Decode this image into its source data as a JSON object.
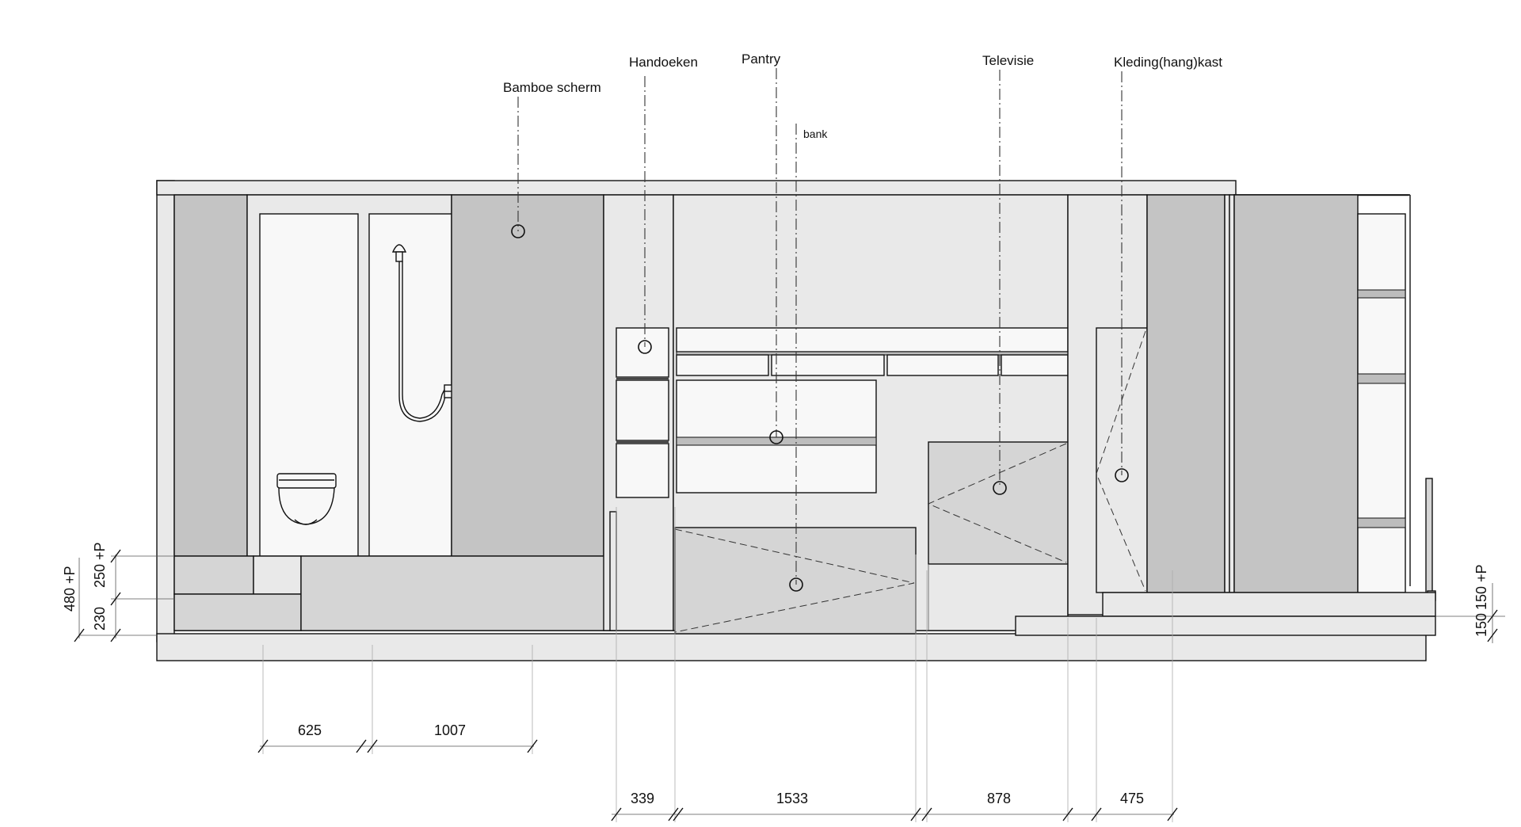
{
  "labels": {
    "bamboe_scherm": "Bamboe scherm",
    "handoeken": "Handoeken",
    "pantry": "Pantry",
    "bank": "bank",
    "televisie": "Televisie",
    "kledingkast": "Kleding(hang)kast"
  },
  "dimensions": {
    "bottom_row_1": [
      "625",
      "1007"
    ],
    "bottom_row_2": [
      "339",
      "1533",
      "878",
      "475"
    ],
    "left_vertical": [
      "480 +P",
      "250 +P",
      "230"
    ],
    "right_vertical": [
      "150",
      "150 +P"
    ]
  }
}
